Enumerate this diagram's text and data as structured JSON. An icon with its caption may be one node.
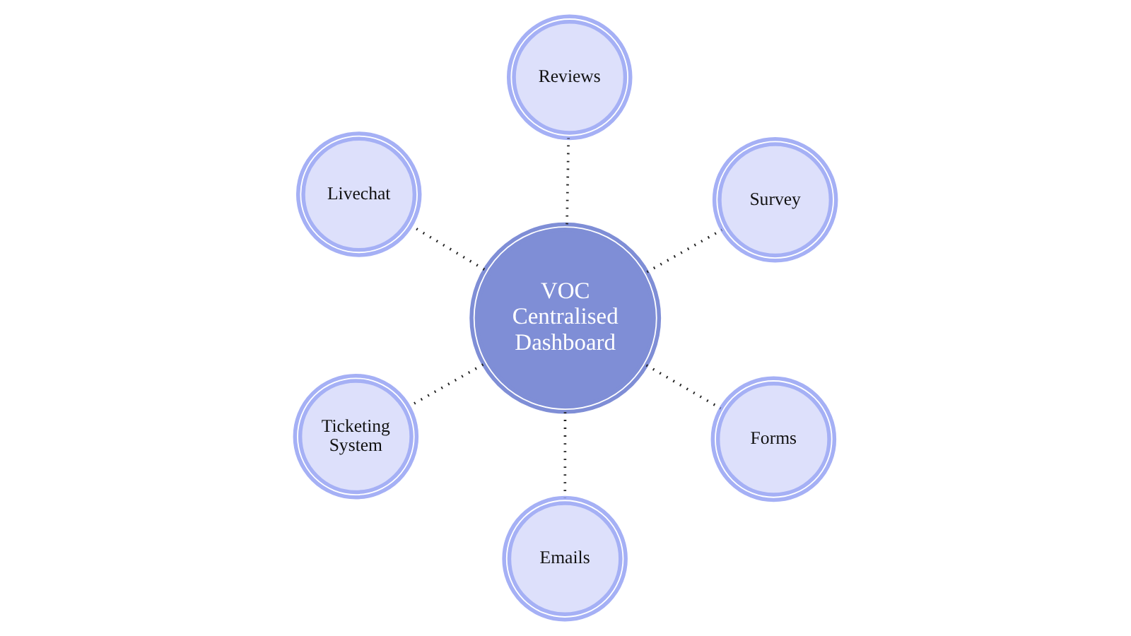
{
  "diagram": {
    "nodes": [
      {
        "text": [
          "VOC Centralised Dashboard"
        ]
      },
      {
        "text": [
          "Forms"
        ]
      },
      {
        "text": [
          "Emails"
        ]
      },
      {
        "text": [
          "Livechat"
        ]
      },
      {
        "text": [
          "Survey"
        ]
      },
      {
        "text": [
          "Reviews"
        ]
      },
      {
        "text": [
          "Ticketing System"
        ]
      }
    ],
    "edges": [
      {
        "from": 0,
        "to": 1,
        "arrow": "none"
      },
      {
        "from": 0,
        "to": 2,
        "arrow": "none"
      },
      {
        "from": 0,
        "to": 3,
        "arrow": "none"
      },
      {
        "from": 0,
        "to": 4,
        "arrow": "none"
      },
      {
        "from": 0,
        "to": 5,
        "arrow": "none"
      },
      {
        "from": 0,
        "to": 6,
        "arrow": "none"
      }
    ]
  }
}
